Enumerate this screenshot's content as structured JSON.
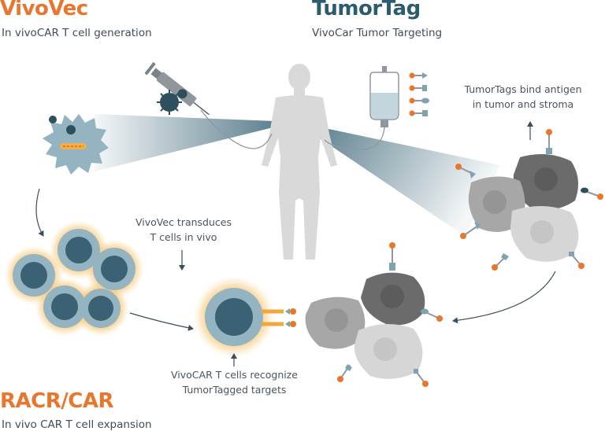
{
  "headings": {
    "vivovec": {
      "title": "VivoVec",
      "subtitle": "In vivoCAR T cell generation"
    },
    "tumortag": {
      "title": "TumorTag",
      "subtitle": "VivoCar Tumor Targeting"
    },
    "racr": {
      "title": "RACR/CAR",
      "subtitle": "In vivo CAR T cell expansion"
    }
  },
  "notes": {
    "tumortags_bind": [
      "TumorTags bind antigen",
      "in tumor and stroma"
    ],
    "vivovec_transduces": [
      "VivoVec transduces",
      "T cells in vivo"
    ],
    "vivocar_recognize": [
      "VivoCAR T cells recognize",
      "TumorTagged targets"
    ]
  },
  "colors": {
    "orange": "#e8762e",
    "teal_dark": "#2d5b6e",
    "t_cell": "#93b4c0",
    "nucleus": "#3b6174",
    "human": "#d8d8d8",
    "tumor_dark": "#6b6b6b",
    "tumor_mid": "#a7a7a7",
    "tumor_light": "#d6d6d6"
  }
}
